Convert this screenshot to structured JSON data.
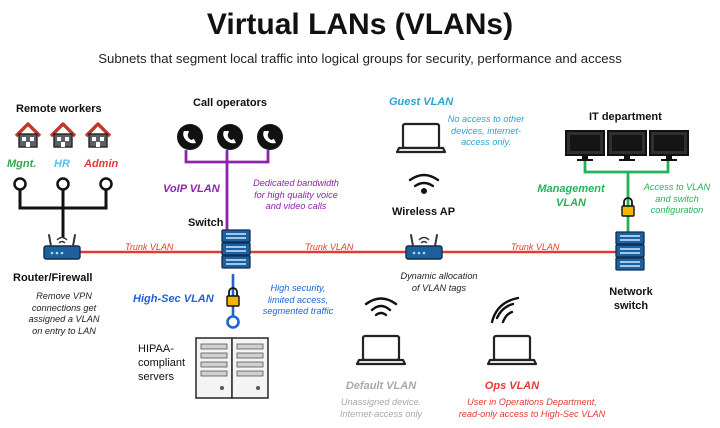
{
  "title": "Virtual LANs (VLANs)",
  "subtitle": "Subnets that segment local traffic into logical groups for security, performance and access",
  "nodes": {
    "remote_workers": "Remote workers",
    "call_operators": "Call operators",
    "switch": "Switch",
    "router_firewall": "Router/Firewall",
    "wireless_ap": "Wireless AP",
    "it_department": "IT department",
    "network_switch_line1": "Network",
    "network_switch_line2": "switch",
    "hipaa_line1": "HIPAA-",
    "hipaa_line2": "compliant",
    "hipaa_line3": "servers"
  },
  "remote_groups": [
    "Mgnt.",
    "HR",
    "Admin"
  ],
  "links": {
    "trunk_1": "Trunk VLAN",
    "trunk_2": "Trunk VLAN",
    "trunk_3": "Trunk VLAN"
  },
  "vlans": {
    "voip": {
      "name": "VoIP VLAN",
      "note": [
        "Dedicated bandwidth",
        "for high quality voice",
        "and video calls"
      ]
    },
    "guest": {
      "name": "Guest VLAN",
      "note": [
        "No access to other",
        "devices, internet-",
        "access only."
      ]
    },
    "management": {
      "name_line1": "Management",
      "name_line2": "VLAN",
      "note": [
        "Access to VLAN",
        "and switch",
        "configuration"
      ]
    },
    "high_sec": {
      "name": "High-Sec VLAN",
      "note": [
        "High security,",
        "limited access,",
        "segmented traffic"
      ]
    },
    "default": {
      "name": "Default VLAN",
      "note": [
        "Unassigned device.",
        "Internet-access only"
      ]
    },
    "ops": {
      "name": "Ops VLAN",
      "note": [
        "User in Operations Department,",
        "read-only access to High-Sec VLAN"
      ]
    }
  },
  "notes": {
    "router": [
      "Remove VPN",
      "connections get",
      "assigned a VLAN",
      "on entry to LAN"
    ],
    "ap": [
      "Dynamic allocation",
      "of VLAN tags"
    ]
  },
  "colors": {
    "trunk": "#e53935",
    "voip": "#8e24aa",
    "guest": "#29a3d6",
    "management": "#22b35a",
    "high_sec": "#1e63d6",
    "default": "#a8a8a8",
    "ops": "#e53935",
    "mgnt_group": "#2fa84f",
    "hr_group": "#4fc3f7",
    "admin_group": "#e53935",
    "lock": "#f2b705"
  }
}
